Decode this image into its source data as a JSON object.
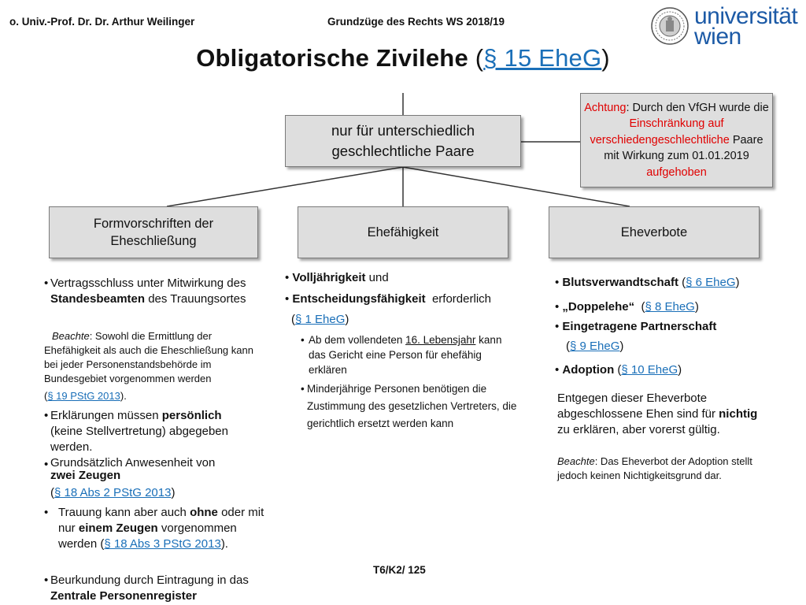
{
  "header": {
    "author": "o. Univ.-Prof. Dr. Dr. Arthur Weilinger",
    "course": "Grundzüge des Rechts WS 2018/19",
    "logo_line1": "universität",
    "logo_line2": "wien"
  },
  "title": {
    "main": "Obligatorische Zivilehe",
    "open": "(",
    "link": "§ 15 EheG",
    "close": ")"
  },
  "top_box": "nur für unterschiedlich geschlechtliche Paare",
  "note": {
    "achtung": "Achtung",
    "t1": ": Durch den VfGH wurde die ",
    "red1": "Einschränkung auf verschiedengeschlechtliche",
    "t2": " Paare mit Wirkung zum 01.01.2019 ",
    "red2": "aufgehoben"
  },
  "boxes": {
    "form": "Formvorschriften der Eheschließung",
    "faehig": "Ehefähigkeit",
    "verbote": "Eheverbote"
  },
  "left": {
    "b1_a": "Vertragsschluss unter Mitwirkung des ",
    "b1_b": "Standesbeamten",
    "b1_c": " des Trauungsortes",
    "beachte_label": "Beachte",
    "beachte_text": ": Sowohl die Ermittlung der Ehefähigkeit als auch die Eheschließung kann bei jeder Personenstandsbehörde im Bundesgebiet vorgenommen werden",
    "beachte_open": "(",
    "beachte_link": "§ 19 PStG 2013",
    "beachte_close": ").",
    "b2_a": "Erklärungen müssen ",
    "b2_b": "persönlich",
    "b2_c": "(keine Stellvertretung) abgegeben werden.",
    "b3_a": "Grundsätzlich Anwesenheit von ",
    "b3_b": "zwei Zeugen",
    "b3_open": "(",
    "b3_link": "§ 18 Abs 2 PStG 2013",
    "b3_close": ")",
    "b4_a": "Trauung kann aber auch ",
    "b4_b": "ohne",
    "b4_c": " oder mit nur ",
    "b4_d": "einem Zeugen",
    "b4_e": " vorgenommen werden (",
    "b4_link": "§ 18 Abs 3 PStG 2013",
    "b4_close": ").",
    "b5_a": "Beurkundung durch Eintragung in das ",
    "b5_b": "Zentrale Personenregister"
  },
  "middle": {
    "m1_b": "Volljährigkeit",
    "m1_c": " und",
    "m2_b": "Entscheidungsfähigkeit",
    "m2_c": "  erforderlich",
    "m2_open": "(",
    "m2_link": "§ 1 EheG",
    "m2_close": ")",
    "s1_a": "Ab dem vollendeten ",
    "s1_u": "16. Lebensjahr",
    "s1_b": " kann das Gericht eine Person für ehefähig erklären",
    "s2_a": "Minderjährige Personen  benötigen die Zustimmung des gesetzlichen Vertreters, die gerichtlich ersetzt werden kann"
  },
  "right": {
    "r1_b": "Blutsverwandtschaft",
    "r1_open": " (",
    "r1_link": "§ 6 EheG",
    "r1_close": ")",
    "r2_b": "„Doppelehe“",
    "r2_open": "  (",
    "r2_link": "§ 8 EheG",
    "r2_close": ")",
    "r3_b": "Eingetragene Partnerschaft",
    "r3_open": "(",
    "r3_link": "§ 9 EheG",
    "r3_close": ")",
    "r4_b": "Adoption",
    "r4_open": " (",
    "r4_link": "§ 10 EheG",
    "r4_close": ")",
    "p1_a": "Entgegen dieser Eheverbote abgeschlossene Ehen sind für ",
    "p1_b": "nichtig",
    "p1_c": " zu erklären, aber vorerst gültig.",
    "p2_label": "Beachte",
    "p2_text": ": Das Eheverbot der Adoption stellt jedoch keinen Nichtigkeitsgrund dar."
  },
  "footer": "T6/K2/ 125"
}
